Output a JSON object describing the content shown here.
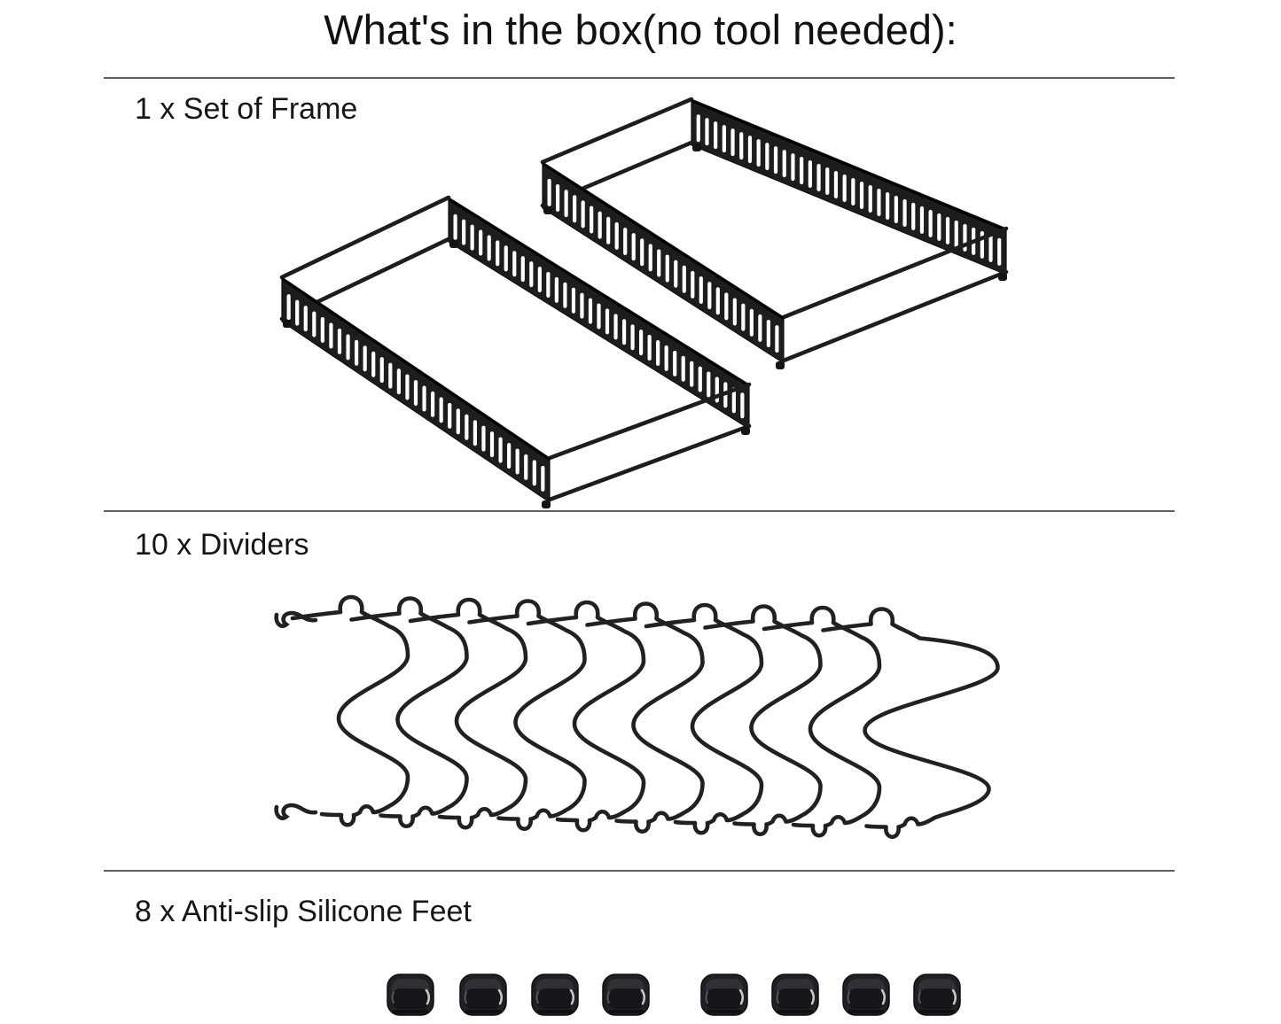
{
  "title": "What's in the box(no tool needed):",
  "sections": [
    {
      "id": "frame",
      "label": "1 x Set of Frame",
      "quantity": 1,
      "item": "Set of Frame"
    },
    {
      "id": "dividers",
      "label": "10 x Dividers",
      "quantity": 10,
      "item": "Dividers"
    },
    {
      "id": "feet",
      "label": "8 x Anti-slip Silicone Feet",
      "quantity": 8,
      "item": "Anti-slip Silicone Feet"
    }
  ],
  "colors": {
    "background": "#ffffff",
    "text": "#161616",
    "separator_line": "#615f5c",
    "metal": "#1d1d1f",
    "slot": "#ffffff",
    "wire": "#212123",
    "foot_base": "#202024",
    "foot_top": "#303036",
    "foot_face": "#16161a"
  }
}
